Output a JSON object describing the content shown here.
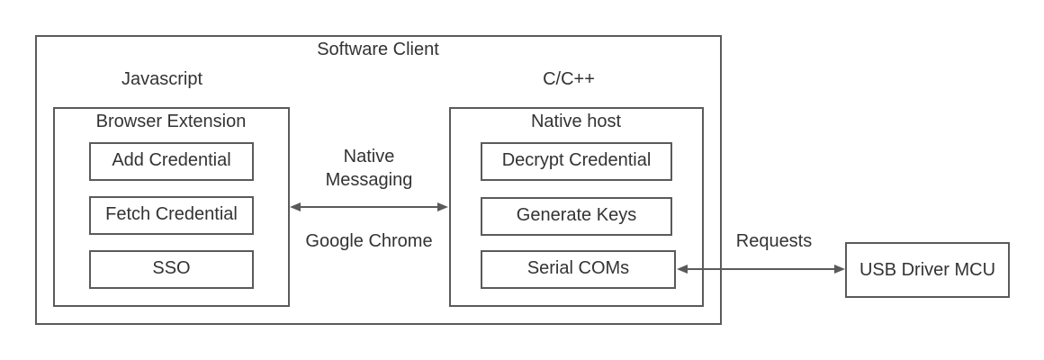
{
  "software_client": {
    "title": "Software Client",
    "javascript_label": "Javascript",
    "cpp_label": "C/C++"
  },
  "browser_extension": {
    "title": "Browser Extension",
    "items": [
      "Add Credential",
      "Fetch Credential",
      "SSO"
    ]
  },
  "native_host": {
    "title": "Native host",
    "items": [
      "Decrypt Credential",
      "Generate Keys",
      "Serial COMs"
    ]
  },
  "native_messaging": {
    "line1": "Native",
    "line2": "Messaging",
    "sublabel": "Google Chrome"
  },
  "requests_label": "Requests",
  "usb_driver": "USB Driver MCU",
  "colors": {
    "border": "#5a5a5a",
    "text": "#333333",
    "arrow": "#5a5a5a"
  }
}
